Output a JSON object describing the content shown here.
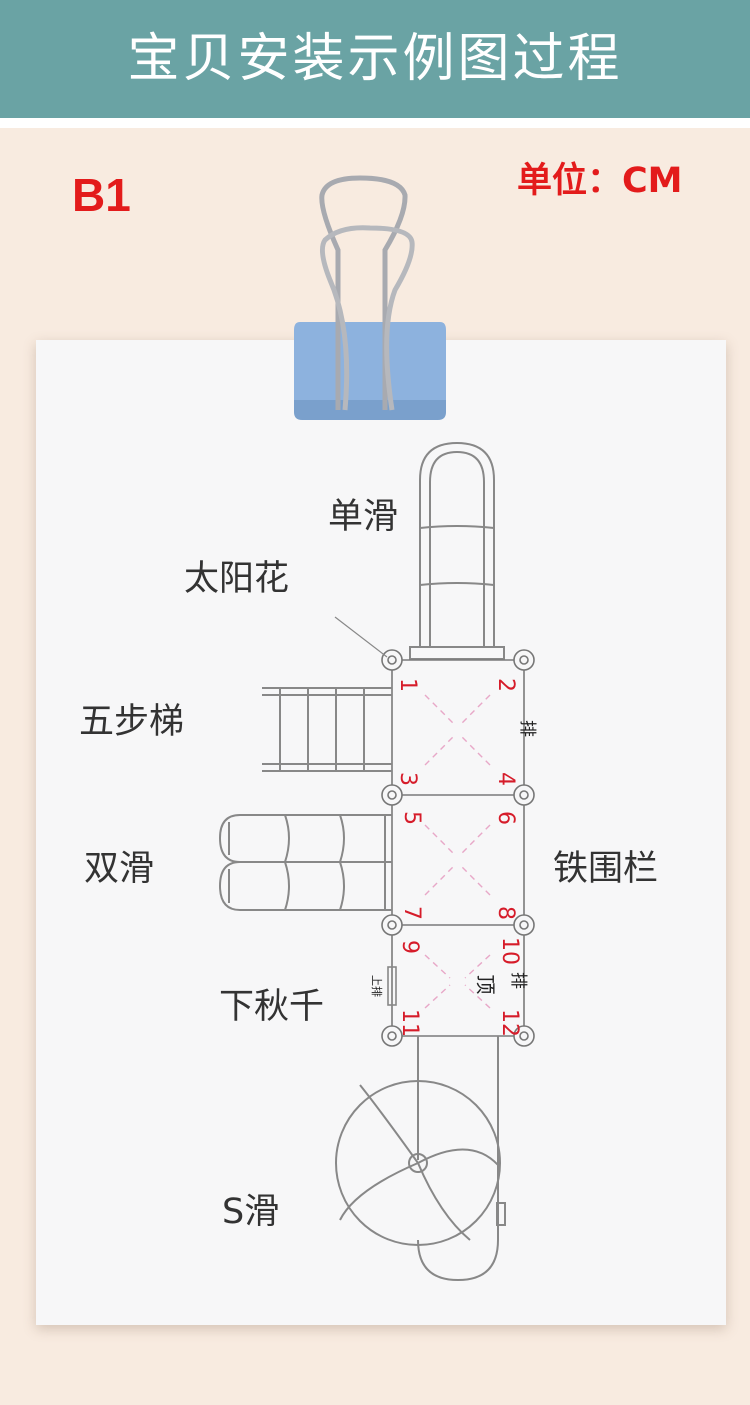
{
  "header": {
    "title": "宝贝安装示例图过程"
  },
  "model": "B1",
  "unit": "单位：CM",
  "labels": {
    "single_slide": "单滑",
    "sunflower": "太阳花",
    "five_step_ladder": "五步梯",
    "double_slide": "双滑",
    "iron_fence": "铁围栏",
    "lower_swing": "下秋千",
    "s_slide": "S滑"
  },
  "marks": {
    "pai": "排",
    "ding": "顶",
    "shang_pai": "上排"
  },
  "posts": [
    "1",
    "2",
    "3",
    "4",
    "5",
    "6",
    "7",
    "8",
    "9",
    "10",
    "11",
    "12"
  ],
  "colors": {
    "header": "#6aa3a4",
    "accent_red": "#e31b1b",
    "number_red": "#d61c2a",
    "clip_blue": "#8db2de",
    "line": "#777777"
  }
}
